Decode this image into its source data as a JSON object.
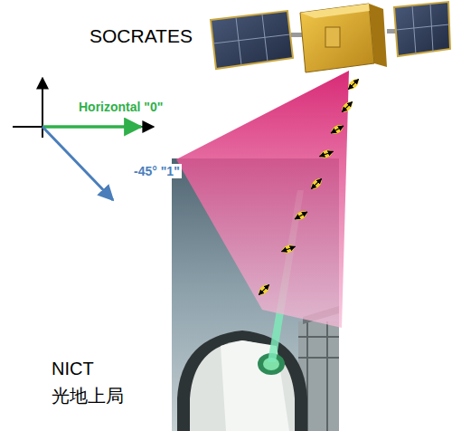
{
  "diagram": {
    "labels": [
      "SOCRATES",
      "Horizontal \"0\"",
      "-45° \"1\"",
      "NICT",
      "光地上局"
    ]
  }
}
